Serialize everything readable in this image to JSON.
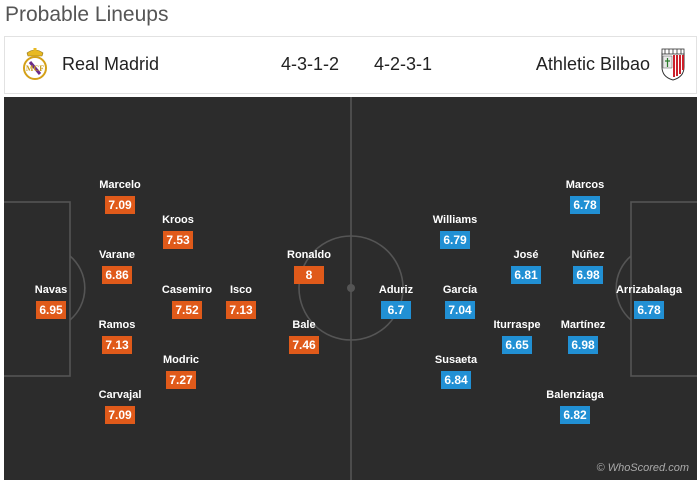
{
  "title": "Probable Lineups",
  "home": {
    "name": "Real Madrid",
    "formation": "4-3-1-2",
    "crest_icon": "real-madrid-crest",
    "color": "#e05a1a",
    "players": [
      {
        "name": "Navas",
        "rating": "6.95"
      },
      {
        "name": "Marcelo",
        "rating": "7.09"
      },
      {
        "name": "Varane",
        "rating": "6.86"
      },
      {
        "name": "Ramos",
        "rating": "7.13"
      },
      {
        "name": "Carvajal",
        "rating": "7.09"
      },
      {
        "name": "Kroos",
        "rating": "7.53"
      },
      {
        "name": "Casemiro",
        "rating": "7.52"
      },
      {
        "name": "Modric",
        "rating": "7.27"
      },
      {
        "name": "Isco",
        "rating": "7.13"
      },
      {
        "name": "Ronaldo",
        "rating": "8"
      },
      {
        "name": "Bale",
        "rating": "7.46"
      }
    ]
  },
  "away": {
    "name": "Athletic Bilbao",
    "formation": "4-2-3-1",
    "crest_icon": "athletic-bilbao-crest",
    "color": "#2190d4",
    "players": [
      {
        "name": "Aduriz",
        "rating": "6.7"
      },
      {
        "name": "Williams",
        "rating": "6.79"
      },
      {
        "name": "García",
        "rating": "7.04"
      },
      {
        "name": "Susaeta",
        "rating": "6.84"
      },
      {
        "name": "José",
        "rating": "6.81"
      },
      {
        "name": "Iturraspe",
        "rating": "6.65"
      },
      {
        "name": "Marcos",
        "rating": "6.78"
      },
      {
        "name": "Núñez",
        "rating": "6.98"
      },
      {
        "name": "Martínez",
        "rating": "6.98"
      },
      {
        "name": "Balenziaga",
        "rating": "6.82"
      },
      {
        "name": "Arrizabalaga",
        "rating": "6.78"
      }
    ]
  },
  "credit": "© WhoScored.com"
}
